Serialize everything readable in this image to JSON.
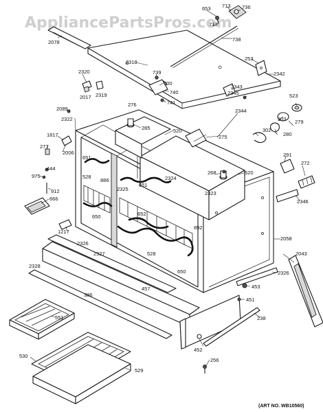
{
  "watermark": "AppliancePartsPros.com",
  "art_number": "(ART NO. WB10560)",
  "labels": {
    "l653": "653",
    "l713a": "713",
    "l736": "736",
    "l713b": "713",
    "l2078": "2078",
    "l738": "738",
    "l253": "253",
    "l2342": "2342",
    "l2318": "2318",
    "l2320": "2320",
    "l739": "739",
    "l700": "700",
    "l740": "740",
    "l741": "741",
    "l2017": "2017",
    "l2319": "2319",
    "l2343": "2343",
    "l2345": "2345",
    "l523": "523",
    "l2089": "2089",
    "l276": "276",
    "l2344": "2344",
    "l2322": "2322",
    "l303": "303",
    "l279": "279",
    "l285": "285",
    "l520a": "520",
    "l1817": "1817",
    "l302": "302",
    "l280": "280",
    "l275": "275",
    "l277": "277",
    "l2006": "2006",
    "l651a": "651",
    "l291": "291",
    "l272": "272",
    "l444": "444",
    "l268": "268",
    "l520b": "520",
    "l975": "975",
    "l528a": "528",
    "l886": "886",
    "l2324": "2324",
    "l912": "912",
    "l2325": "2325",
    "l651b": "651",
    "l2323": "2323",
    "l666": "666",
    "l2346": "2346",
    "l650a": "650",
    "l652": "652",
    "l892": "892",
    "l1217": "1217",
    "l2326a": "2326",
    "l2058": "2058",
    "l2327": "2327",
    "l528b": "528",
    "l2328": "2328",
    "l2043": "2043",
    "l2326b": "2326",
    "l650b": "650",
    "l453": "453",
    "l386": "386",
    "l457": "457",
    "l451": "451",
    "l551": "551",
    "l238": "238",
    "l530": "530",
    "l452": "452",
    "l256": "256",
    "l529": "529"
  }
}
